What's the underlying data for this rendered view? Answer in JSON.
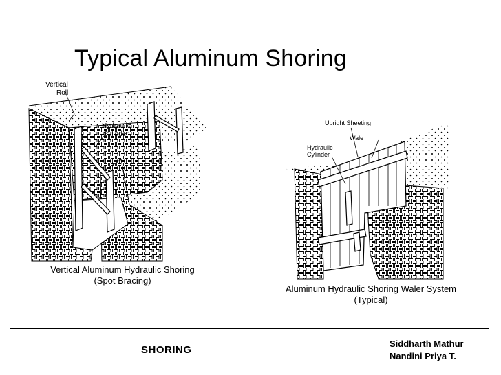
{
  "slide": {
    "title": "Typical Aluminum Shoring",
    "footer_label": "SHORING",
    "authors": [
      "Siddharth Mathur",
      "Nandini Priya T."
    ]
  },
  "left_figure": {
    "labels": {
      "vertical": "Vertical",
      "roll": "Roll",
      "hydraulic": "Hydraulic",
      "cylinder": "Cylinder"
    },
    "caption": [
      "Vertical Aluminum Hydraulic Shoring",
      "(Spot Bracing)"
    ]
  },
  "right_figure": {
    "labels": {
      "upright_sheeting": "Upright Sheeting",
      "wale": "Wale",
      "hydraulic": "Hydraulic",
      "cylinder": "Cylinder"
    },
    "caption": [
      "Aluminum Hydraulic Shoring Waler System",
      "(Typical)"
    ]
  },
  "colors": {
    "background": "#ffffff",
    "ink": "#000000"
  }
}
